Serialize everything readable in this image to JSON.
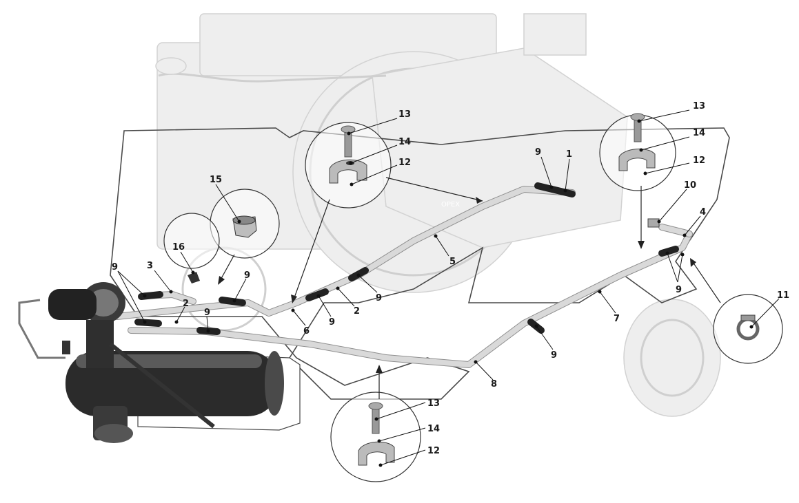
{
  "diagram": {
    "watermark_text": "OPEX",
    "callouts": [
      {
        "id": "c13a",
        "text": "13"
      },
      {
        "id": "c14a",
        "text": "14"
      },
      {
        "id": "c12a",
        "text": "12"
      },
      {
        "id": "c9a",
        "text": "9"
      },
      {
        "id": "c1",
        "text": "1"
      },
      {
        "id": "c13b",
        "text": "13"
      },
      {
        "id": "c14b",
        "text": "14"
      },
      {
        "id": "c12b",
        "text": "12"
      },
      {
        "id": "c10",
        "text": "10"
      },
      {
        "id": "c4",
        "text": "4"
      },
      {
        "id": "c15",
        "text": "15"
      },
      {
        "id": "c16",
        "text": "16"
      },
      {
        "id": "c3",
        "text": "3"
      },
      {
        "id": "c9b",
        "text": "9"
      },
      {
        "id": "c9c",
        "text": "9"
      },
      {
        "id": "c5",
        "text": "5"
      },
      {
        "id": "c2a",
        "text": "2"
      },
      {
        "id": "c9d",
        "text": "9"
      },
      {
        "id": "c9e",
        "text": "9"
      },
      {
        "id": "c2b",
        "text": "2"
      },
      {
        "id": "c9f",
        "text": "9"
      },
      {
        "id": "c9g",
        "text": "9"
      },
      {
        "id": "c6",
        "text": "6"
      },
      {
        "id": "c7",
        "text": "7"
      },
      {
        "id": "c9h",
        "text": "9"
      },
      {
        "id": "c11",
        "text": "11"
      },
      {
        "id": "c9i",
        "text": "9"
      },
      {
        "id": "c8",
        "text": "8"
      },
      {
        "id": "c13c",
        "text": "13"
      },
      {
        "id": "c14c",
        "text": "14"
      },
      {
        "id": "c12c",
        "text": "12"
      }
    ]
  }
}
